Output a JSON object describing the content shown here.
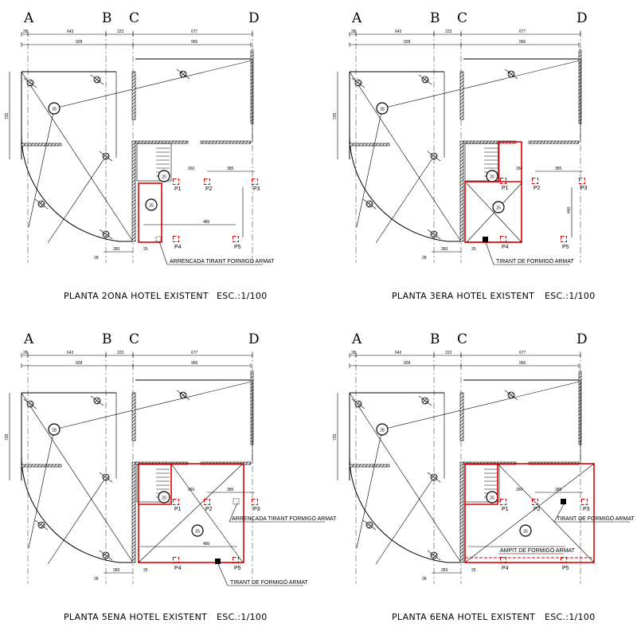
{
  "axes": [
    "A",
    "B",
    "C",
    "D"
  ],
  "dimensions": {
    "top_row1": [
      "28",
      "643",
      "223",
      "677"
    ],
    "top_row2": [
      "928",
      "956"
    ],
    "left": "725",
    "bottom": [
      "283",
      "28",
      "25"
    ],
    "pillar_span": [
      "260",
      "385",
      "480",
      "440"
    ]
  },
  "columns": [
    "28",
    "20",
    "25"
  ],
  "pillars": [
    "P1",
    "P2",
    "P3",
    "P4",
    "P5"
  ],
  "plans": [
    {
      "title": "PLANTA 2ONA HOTEL EXISTENT",
      "scale": "ESC.:1/100",
      "notes": [
        "ARRENCADA TIRANT FORMIGÓ ARMAT"
      ]
    },
    {
      "title": "PLANTA 3ERA HOTEL EXISTENT",
      "scale": "ESC.:1/100",
      "notes": [
        "TIRANT DE FORMIGÓ ARMAT"
      ]
    },
    {
      "title": "PLANTA 5ENA HOTEL EXISTENT",
      "scale": "ESC.:1/100",
      "notes": [
        "ARRENCADA TIRANT FORMIGÓ ARMAT",
        "TIRANT DE FORMIGÓ ARMAT"
      ]
    },
    {
      "title": "PLANTA 6ENA HOTEL EXISTENT",
      "scale": "ESC.:1/100",
      "notes": [
        "TIRANT DE FORMIGÓ ARMAT",
        "AMPIT DE FORMIGÓ ARMAT"
      ]
    }
  ],
  "colors": {
    "line": "#000000",
    "reinforcement": "#e00000",
    "axis_line": "#777777"
  }
}
